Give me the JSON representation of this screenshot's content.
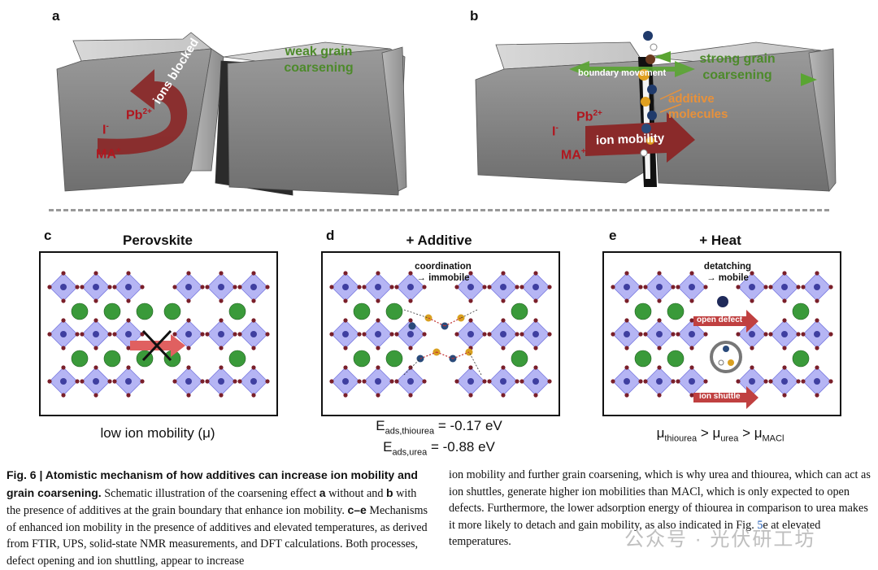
{
  "panels": {
    "a": {
      "label": "a",
      "text_weak": "weak grain coarsening",
      "ions_blocked": "ions blocked",
      "pb": "Pb",
      "pb_sup": "2+",
      "i": "I",
      "i_sup": "-",
      "ma": "MA",
      "ma_sup": "+"
    },
    "b": {
      "label": "b",
      "text_strong": "strong grain coarsening",
      "boundary": "boundary movement",
      "additive": "additive molecules",
      "ion_mobility": "ion mobility",
      "pb": "Pb",
      "pb_sup": "2+",
      "i": "I",
      "i_sup": "-",
      "ma": "MA",
      "ma_sup": "+"
    },
    "c": {
      "label": "c",
      "title": "Perovskite",
      "under": "low ion mobility (μ)"
    },
    "d": {
      "label": "d",
      "title": "+ Additive",
      "coord1": "coordination",
      "coord2": "→ immobile",
      "e1_main": "E",
      "e1_sub": "ads,thiourea",
      "e1_val": " = -0.17 eV",
      "e2_main": "E",
      "e2_sub": "ads,urea",
      "e2_val": " = -0.88 eV"
    },
    "e": {
      "label": "e",
      "title": "+ Heat",
      "det1": "detatching",
      "det2": "→ mobile",
      "open_defect": "open defect",
      "ion_shuttle": "ion shuttle",
      "mu": "μ",
      "sub1": "thiourea",
      "gt": " > ",
      "sub2": "urea",
      "sub3": "MACl"
    }
  },
  "caption": {
    "left_bold": "Fig. 6 | Atomistic mechanism of how additives can increase ion mobility and grain coarsening.",
    "left_1": " Schematic illustration of the coarsening effect ",
    "a": "a",
    "left_2": " without and ",
    "b": "b",
    "left_3": " with the presence of additives at the grain boundary that enhance ion mobility. ",
    "ce": "c–e",
    "left_4": " Mechanisms of enhanced ion mobility in the presence of additives and elevated temperatures, as derived from FTIR, UPS, solid-state NMR measurements, and DFT calculations. Both processes, defect opening and ion shuttling, appear to increase",
    "right_1": "ion mobility and further grain coarsening, which is why urea and thiourea, which can act as ion shuttles, generate higher ion mobilities than MACl, which is only expected to open defects. Furthermore, the lower adsorption energy of thiourea in comparison to urea makes it more likely to detach and gain mobility, as also indicated in Fig. ",
    "fig_ref": "5",
    "right_2": "e at elevated temperatures."
  },
  "watermark": "公众号 · 光伏研工坊",
  "colors": {
    "green_text": "#4d8a2b",
    "red_text": "#b0171f",
    "orange_text": "#e8913a",
    "octa": "#9c9cf0",
    "green_ball": "#3a9a3a"
  }
}
